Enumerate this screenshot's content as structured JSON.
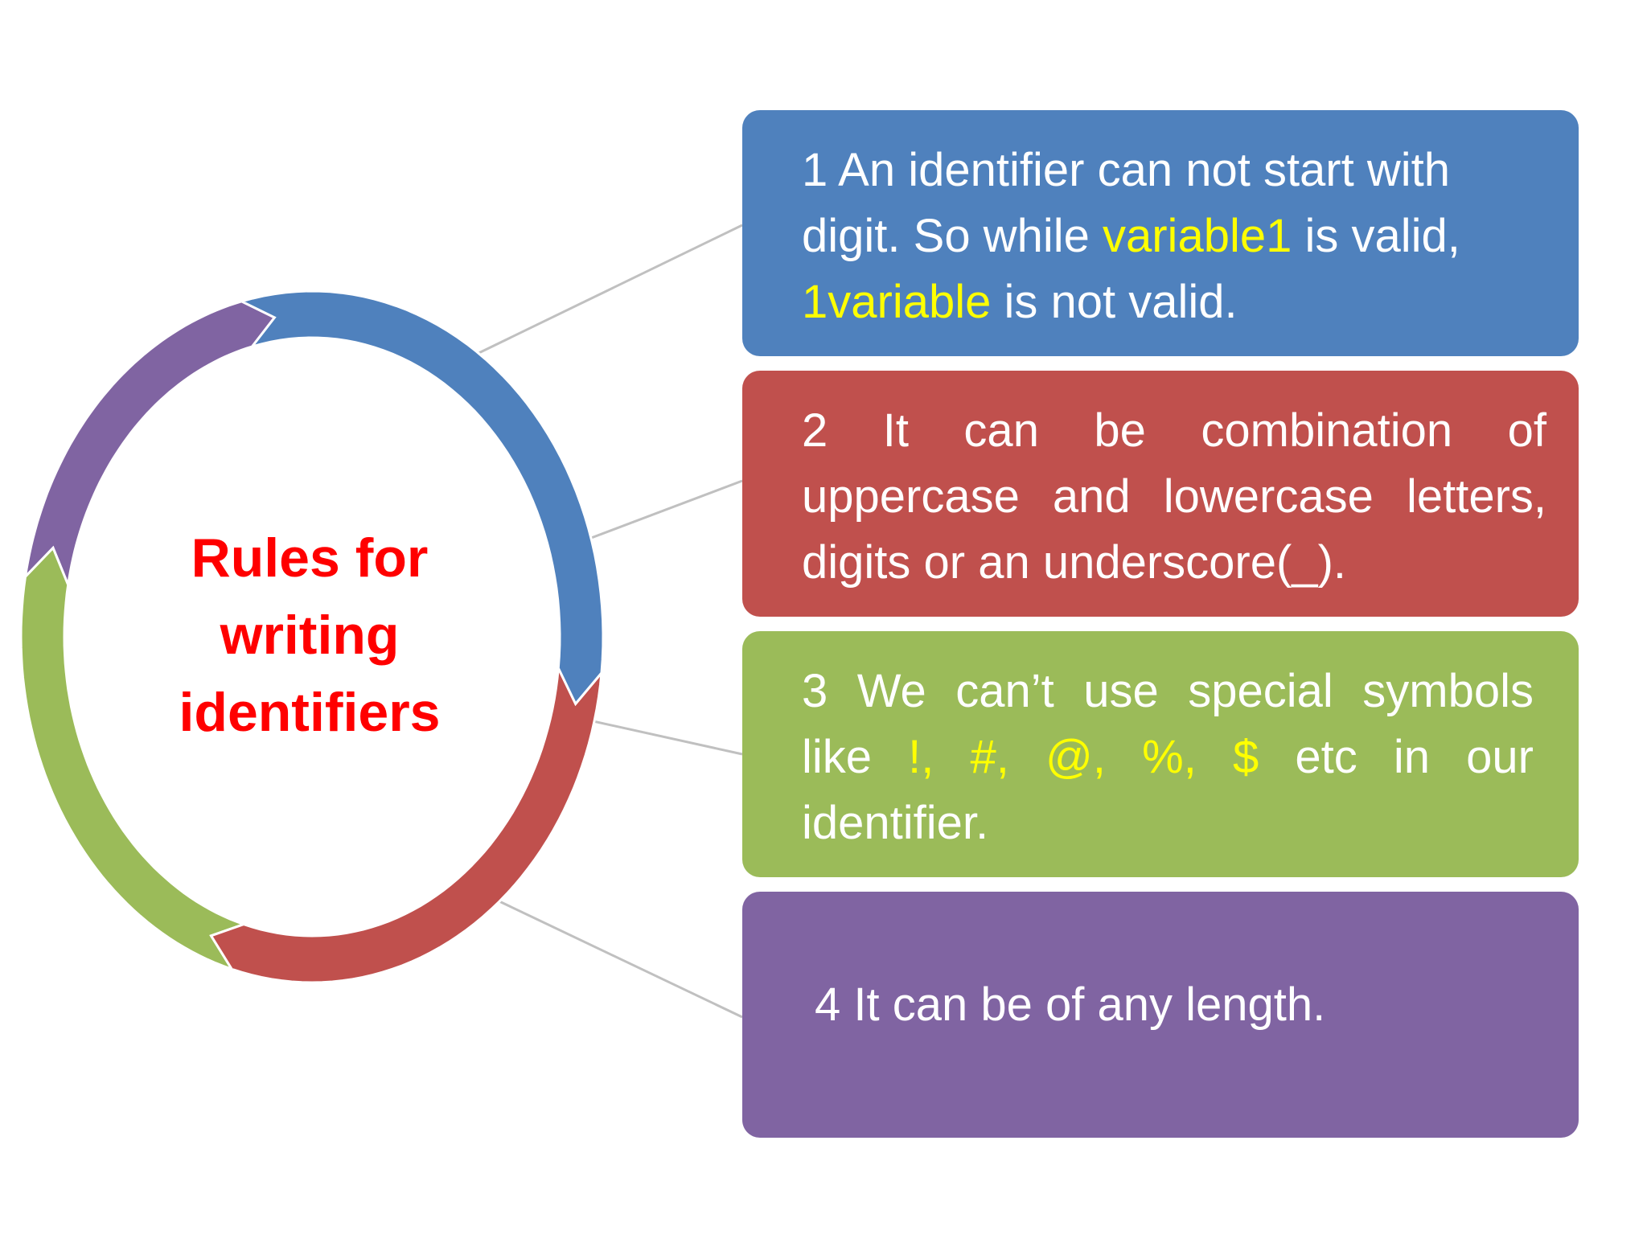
{
  "title": {
    "lines": [
      "Rules for",
      "writing",
      "identifiers"
    ],
    "color": "#ff0000"
  },
  "colors": {
    "blue": "#4f81bd",
    "red": "#c0504d",
    "green": "#9bbb59",
    "purple": "#8064a2",
    "highlight": "#ffff00",
    "connector": "#c0c0c0"
  },
  "rules": [
    {
      "number": "1",
      "color": "#4f81bd",
      "l1": "1 An identifier can not start with",
      "l2a": "digit. So while ",
      "l2b": "variable1",
      "l2c": " is valid,",
      "l3a": "1variable",
      "l3b": " is not valid."
    },
    {
      "number": "2",
      "color": "#c0504d",
      "text": "2 It can be combination of uppercase and lowercase letters, digits or an underscore(_)."
    },
    {
      "number": "3",
      "color": "#9bbb59",
      "p1": "3 We can’t  use special symbols like ",
      "symbols": "!, #, @, %, $",
      "p2": " etc in our identifier."
    },
    {
      "number": "4",
      "color": "#8064a2",
      "text": "4 It can be of any length."
    }
  ]
}
